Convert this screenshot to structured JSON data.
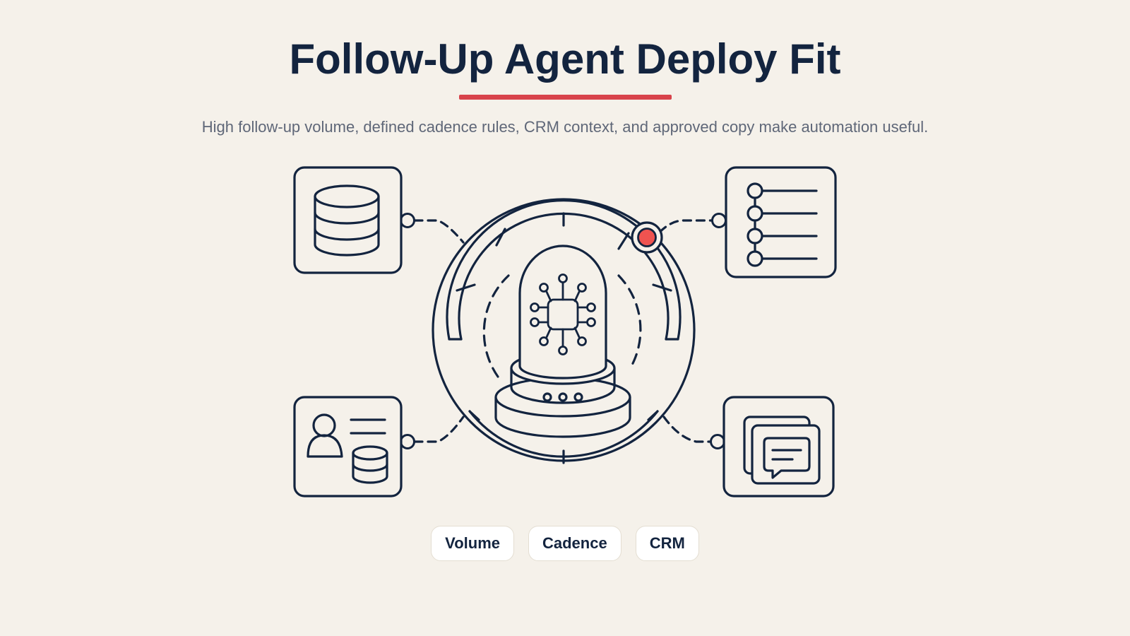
{
  "header": {
    "title": "Follow-Up Agent Deploy Fit",
    "subtitle": "High follow-up volume, defined cadence rules, CRM context, and approved copy make automation useful."
  },
  "diagram": {
    "nodes": [
      {
        "name": "database",
        "icon": "database-icon"
      },
      {
        "name": "cadence-steps",
        "icon": "timeline-list-icon"
      },
      {
        "name": "crm-contact",
        "icon": "contact-record-icon"
      },
      {
        "name": "approved-copy",
        "icon": "message-stack-icon"
      }
    ],
    "center_icon": "ai-agent-bell-jar-icon",
    "status_icon": "alert-dot-icon"
  },
  "chips": [
    "Volume",
    "Cadence",
    "CRM"
  ],
  "colors": {
    "ink": "#13243f",
    "accent": "#d8434b",
    "alert": "#ef5350",
    "background": "#f5f1ea",
    "muted_text": "#5f6778"
  }
}
